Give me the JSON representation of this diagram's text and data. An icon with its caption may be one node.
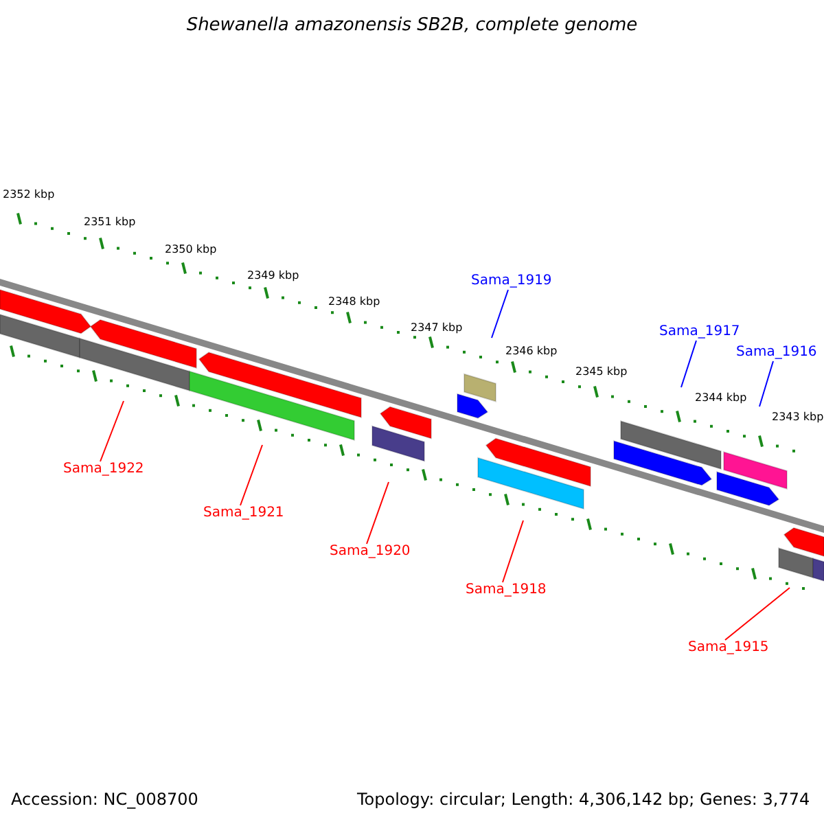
{
  "diagram": {
    "title": "Shewanella amazonensis SB2B, complete genome",
    "nodes": [
      {
        "text": [
          "Sama_1922"
        ]
      },
      {
        "text": [
          "Sama_1921"
        ]
      },
      {
        "text": [
          "Sama_1920"
        ]
      },
      {
        "text": [
          "Sama_1919"
        ]
      },
      {
        "text": [
          "Sama_1918"
        ]
      },
      {
        "text": [
          "Sama_1917"
        ]
      },
      {
        "text": [
          "Sama_1916"
        ]
      },
      {
        "text": [
          "Sama_1915"
        ]
      }
    ],
    "edges": [
      {
        "from": 0,
        "to": null,
        "arrow": "none"
      },
      {
        "from": 1,
        "to": null,
        "arrow": "none"
      },
      {
        "from": 2,
        "to": null,
        "arrow": "none"
      },
      {
        "from": 3,
        "to": null,
        "arrow": "none",
        "color": "#0000ff"
      },
      {
        "from": 4,
        "to": null,
        "arrow": "none"
      },
      {
        "from": 5,
        "to": null,
        "arrow": "none",
        "color": "#0000ff"
      },
      {
        "from": 6,
        "to": null,
        "arrow": "none",
        "color": "#0000ff"
      },
      {
        "from": 7,
        "to": null,
        "arrow": "none"
      }
    ],
    "labels": [
      "2352 kbp",
      "2351 kbp",
      "2350 kbp",
      "2349 kbp",
      "2348 kbp",
      "2347 kbp",
      "2346 kbp",
      "2345 kbp",
      "2344 kbp",
      "2343 kbp",
      "Accession: NC_008700",
      "Topology: circular; Length: 4,306,142 bp; Genes: 3,774"
    ]
  }
}
